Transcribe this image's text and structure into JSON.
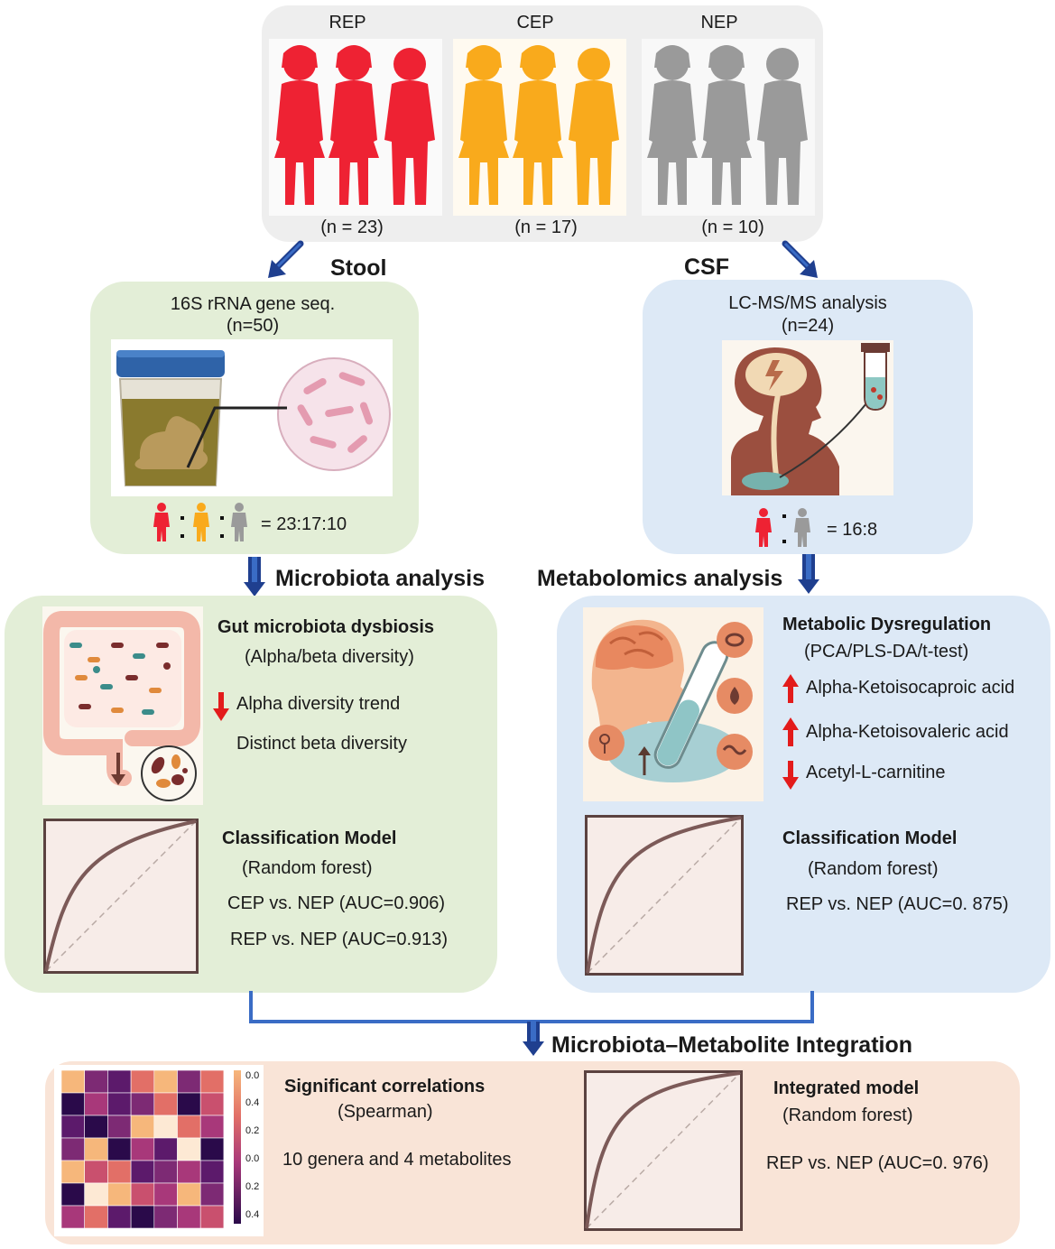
{
  "cohorts": [
    {
      "label": "REP",
      "n": "(n = 23)",
      "color": "#ee2233"
    },
    {
      "label": "CEP",
      "n": "(n = 17)",
      "color": "#f9aa1c"
    },
    {
      "label": "NEP",
      "n": "(n = 10)",
      "color": "#9a9a9a"
    }
  ],
  "stool": {
    "branch_label": "Stool",
    "method": "16S rRNA gene seq.",
    "n": "(n=50)",
    "ratio": "= 23:17:10"
  },
  "csf": {
    "branch_label": "CSF",
    "method": "LC-MS/MS analysis",
    "n": "(n=24)",
    "ratio": "= 16:8"
  },
  "microbiota": {
    "section_title": "Microbiota analysis",
    "heading": "Gut microbiota dysbiosis",
    "subheading": "(Alpha/beta diversity)",
    "finding_1": "Alpha diversity trend",
    "finding_2": "Distinct beta diversity",
    "model_heading": "Classification Model",
    "model_method": "(Random forest)",
    "result_1": "CEP vs. NEP (AUC=0.906)",
    "result_2": "REP vs. NEP (AUC=0.913)"
  },
  "metabolomics": {
    "section_title": "Metabolomics analysis",
    "heading": "Metabolic Dysregulation",
    "subheading": "(PCA/PLS-DA/t-test)",
    "finding_1": "Alpha-Ketoisocaproic acid",
    "finding_2": "Alpha-Ketoisovaleric acid",
    "finding_3": "Acetyl-L-carnitine",
    "model_heading": "Classification Model",
    "model_method": "(Random forest)",
    "result_1": "REP vs. NEP (AUC=0. 875)"
  },
  "integration": {
    "section_title": "Microbiota–Metabolite Integration",
    "heading": "Significant correlations",
    "method": "(Spearman)",
    "finding": "10 genera and 4 metabolites",
    "model_heading": "Integrated model",
    "model_method": "(Random forest)",
    "result": "REP vs. NEP (AUC=0. 976)",
    "colorbar_ticks": [
      "0.0",
      "0.4",
      "0.2",
      "0.0",
      "0.2",
      "0.4"
    ]
  },
  "icons": [
    "person-icon",
    "stool-sample-icon",
    "bacteria-icon",
    "child-brain-icon",
    "csf-tube-icon",
    "intestine-icon",
    "brain-metabolism-icon",
    "up-arrow-icon",
    "down-arrow-icon",
    "roc-curve-icon",
    "heatmap-icon"
  ],
  "colors": {
    "rep": "#ee2233",
    "cep": "#f9aa1c",
    "nep": "#9a9a9a",
    "green_panel": "#e3eed7",
    "blue_panel": "#dde9f6",
    "orange_panel": "#f9e4d7",
    "arrow": "#1f3f8f",
    "connector": "#3a6cc5",
    "red_arrow": "#e31b1b"
  }
}
